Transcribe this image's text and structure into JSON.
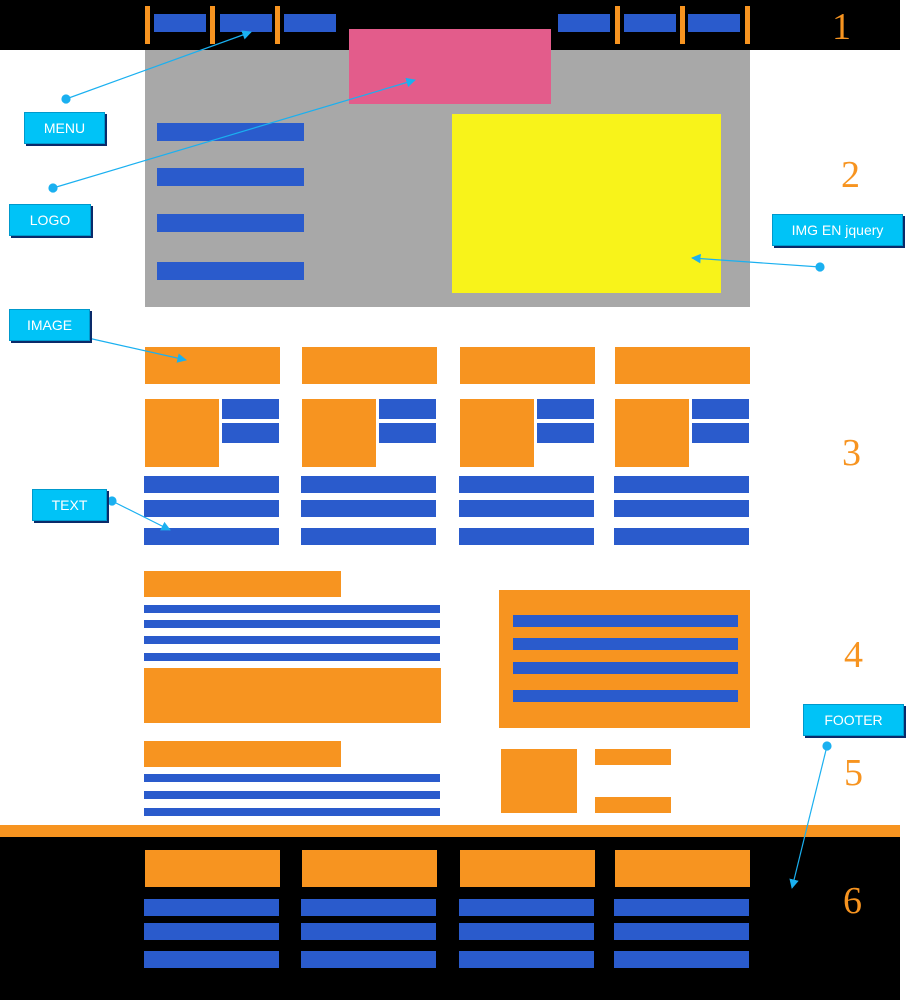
{
  "colors": {
    "black": "#000000",
    "orange": "#f79420",
    "blue": "#2a5bcc",
    "gray": "#a8a8a8",
    "pink": "#e35c8b",
    "yellow": "#f8f31a",
    "callout": "#00c3f7",
    "arrow": "#1ab0f0"
  },
  "callouts": {
    "menu": "MENU",
    "logo": "LOGO",
    "img_jquery": "IMG EN jquery",
    "image": "IMAGE",
    "text": "TEXT",
    "footer": "FOOTER"
  },
  "section_numbers": {
    "n1": "1",
    "n2": "2",
    "n3": "3",
    "n4": "4",
    "n5": "5",
    "n6": "6"
  }
}
